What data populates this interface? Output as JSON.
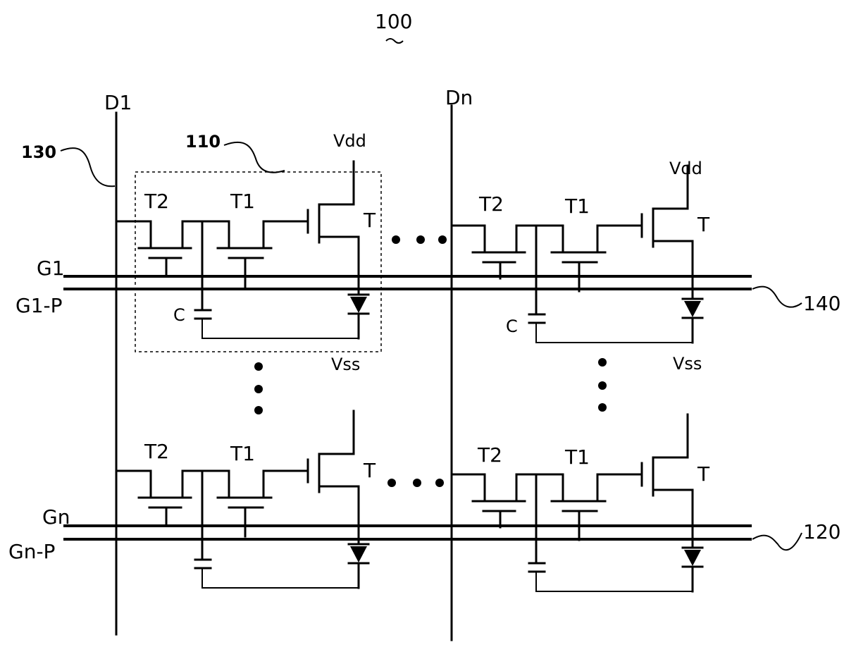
{
  "figure_number": "100",
  "columns": {
    "first": "D1",
    "last": "Dn"
  },
  "rows": {
    "first": {
      "gate": "G1",
      "pulse": "G1-P"
    },
    "last": {
      "gate": "Gn",
      "pulse": "Gn-P"
    }
  },
  "components": {
    "switch_t2": "T2",
    "switch_t1": "T1",
    "drive_transistor": "T",
    "capacitor": "C",
    "supply_high": "Vdd",
    "supply_low": "Vss"
  },
  "reference_numerals": {
    "pixel_circuit": "110",
    "data_line": "130",
    "scan_line_pair": "140",
    "last_scan_line_pair": "120"
  }
}
